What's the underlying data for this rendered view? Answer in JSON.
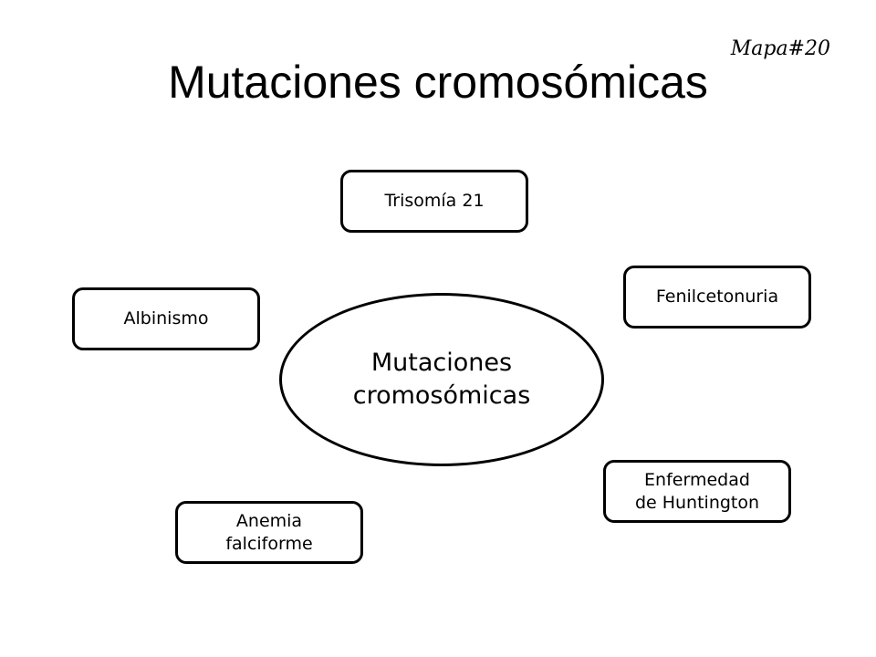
{
  "slide": {
    "title": "Mutaciones cromosómicas",
    "map_label": "Mapa#20"
  },
  "diagram": {
    "center": {
      "line1": "Mutaciones",
      "line2": "cromosómicas"
    },
    "nodes": {
      "trisomia": "Trisomía 21",
      "fenilcetonuria": "Fenilcetonuria",
      "albinismo": "Albinismo",
      "huntington": {
        "line1": "Enfermedad",
        "line2": "de Huntington"
      },
      "anemia": {
        "line1": "Anemia",
        "line2": "falciforme"
      }
    }
  }
}
